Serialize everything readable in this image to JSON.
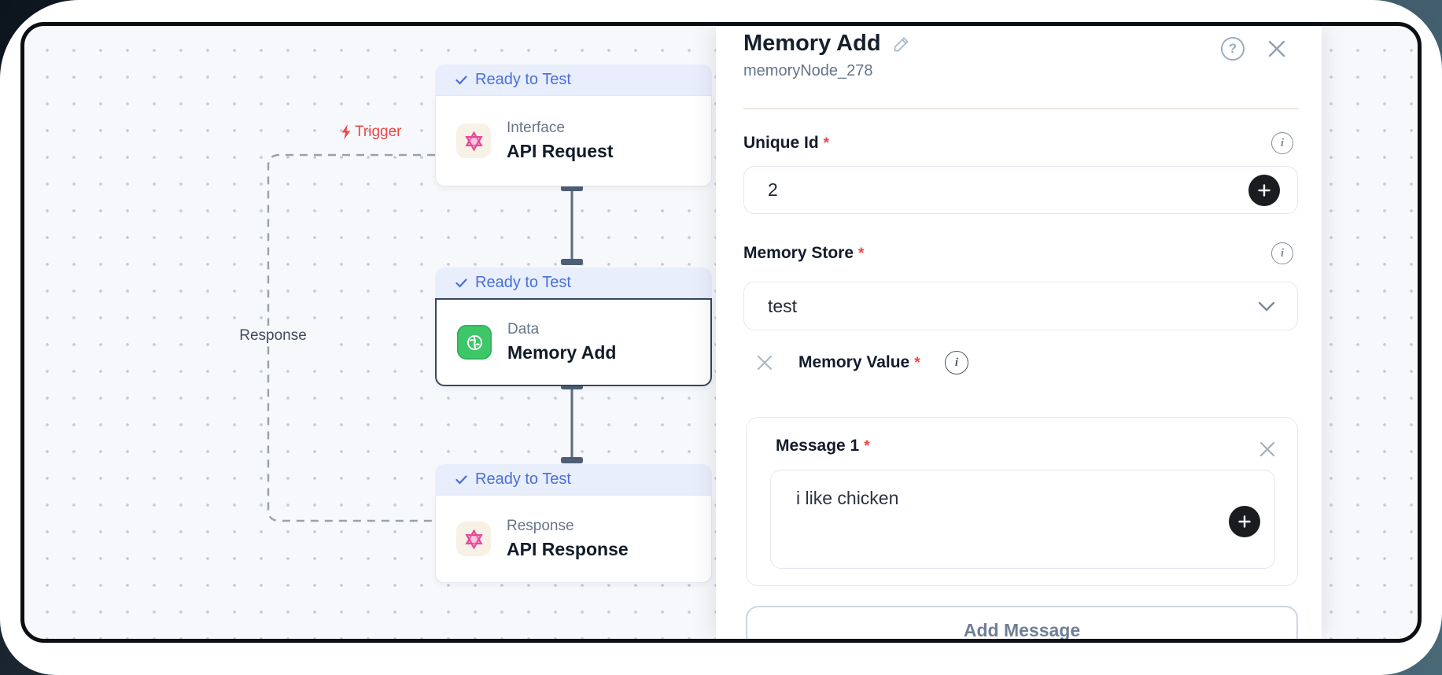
{
  "canvas": {
    "trigger_label": "Trigger",
    "response_label": "Response",
    "nodes": [
      {
        "status": "Ready to Test",
        "category": "Interface",
        "title": "API Request",
        "icon": "hexagram-pink"
      },
      {
        "status": "Ready to Test",
        "category": "Data",
        "title": "Memory Add",
        "icon": "brain-green",
        "selected": true
      },
      {
        "status": "Ready to Test",
        "category": "Response",
        "title": "API Response",
        "icon": "hexagram-pink"
      }
    ]
  },
  "panel": {
    "title": "Memory Add",
    "node_id": "memoryNode_278",
    "icons": {
      "help_glyph": "?",
      "info_glyph": "i"
    },
    "fields": {
      "unique_id": {
        "label": "Unique Id",
        "required_marker": "*",
        "value": "2"
      },
      "memory_store": {
        "label": "Memory Store",
        "required_marker": "*",
        "value": "test"
      },
      "memory_value": {
        "label": "Memory Value",
        "required_marker": "*"
      },
      "message_1": {
        "label": "Message 1",
        "required_marker": "*",
        "value": "i like chicken"
      }
    },
    "add_message_label": "Add Message"
  },
  "colors": {
    "badge_blue": "#4b6fd9",
    "node_green": "#3dc768",
    "node_pink": "#e8489b",
    "required_red": "#ef4444",
    "trigger_red": "#ee4645"
  }
}
